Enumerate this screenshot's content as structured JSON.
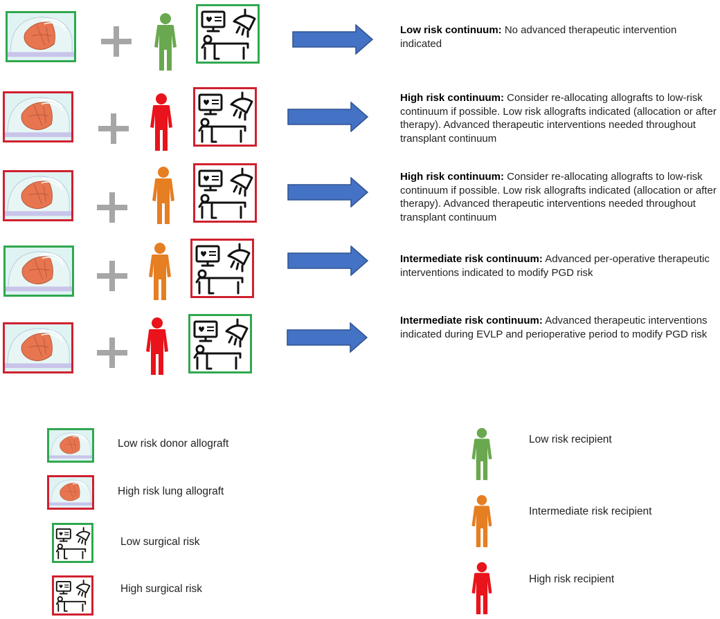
{
  "colors": {
    "green": "#2fa84f",
    "red": "#d0202e",
    "person_green": "#6aa84f",
    "person_orange": "#e67e22",
    "person_red": "#e8131b",
    "arrow_fill": "#4472c4",
    "arrow_stroke": "#2f528f",
    "plus": "#a6a6a6"
  },
  "rows": [
    {
      "allograft_risk": "low",
      "recipient_risk": "low",
      "surgical_risk": "low",
      "title": "Low risk continuum:",
      "text": " No advanced therapeutic intervention indicated"
    },
    {
      "allograft_risk": "high",
      "recipient_risk": "high",
      "surgical_risk": "high",
      "title": "High risk continuum:",
      "text": " Consider re-allocating allografts to low-risk continuum if possible. Low risk allografts indicated (allocation or after therapy). Advanced therapeutic interventions needed throughout transplant continuum"
    },
    {
      "allograft_risk": "high",
      "recipient_risk": "intermediate",
      "surgical_risk": "high",
      "title": "High risk continuum:",
      "text": " Consider re-allocating allografts to low-risk continuum if possible. Low risk allografts indicated (allocation or after therapy). Advanced therapeutic interventions needed throughout transplant continuum"
    },
    {
      "allograft_risk": "low",
      "recipient_risk": "intermediate",
      "surgical_risk": "high",
      "title": "Intermediate risk continuum:",
      "text": " Advanced per-operative therapeutic interventions indicated to modify PGD risk"
    },
    {
      "allograft_risk": "high",
      "recipient_risk": "high",
      "surgical_risk": "low",
      "title": "Intermediate risk continuum:",
      "text": " Advanced therapeutic interventions indicated during EVLP and perioperative period to modify PGD risk"
    }
  ],
  "legend": {
    "low_allograft": "Low risk donor allograft",
    "high_allograft": "High risk lung allograft",
    "low_surgical": "Low surgical risk",
    "high_surgical": "High surgical risk",
    "low_recipient": "Low risk recipient",
    "intermediate_recipient": "Intermediate risk recipient",
    "high_recipient": "High risk recipient"
  },
  "icons": {
    "allograft": "lung-allograft-icon",
    "recipient": "person-icon",
    "surgery": "operating-room-icon",
    "plus": "plus-icon",
    "arrow": "right-arrow-icon"
  }
}
